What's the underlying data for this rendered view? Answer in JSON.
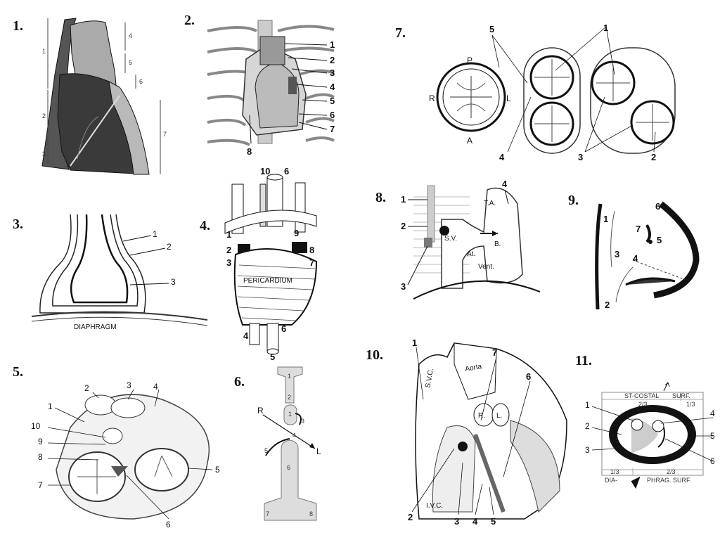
{
  "panel_numbers": [
    "1.",
    "2.",
    "3.",
    "4.",
    "5.",
    "6.",
    "7.",
    "8.",
    "9.",
    "10.",
    "11."
  ],
  "p1": {
    "labels": [
      "1",
      "2",
      "3",
      "4",
      "5",
      "6",
      "7"
    ]
  },
  "p2": {
    "labels": [
      "1",
      "2",
      "3",
      "4",
      "5",
      "6",
      "7",
      "8"
    ]
  },
  "p3": {
    "labels": [
      "1",
      "2",
      "3"
    ],
    "diaphragm": "DIAPHRAGM"
  },
  "p4": {
    "labels": [
      "10",
      "6",
      "1",
      "9",
      "2",
      "8",
      "3",
      "7",
      "4",
      "6",
      "5"
    ],
    "pericardium": "PERICARDIUM"
  },
  "p5": {
    "labels": [
      "2",
      "3",
      "4",
      "1",
      "10",
      "9",
      "8",
      "7",
      "5",
      "6"
    ]
  },
  "p6": {
    "labels": [
      "1",
      "2",
      "1",
      "3",
      "R",
      "4",
      "L",
      "5",
      "6",
      "7",
      "8"
    ]
  },
  "p7": {
    "labels": [
      "5",
      "1",
      "4",
      "3",
      "2"
    ],
    "cusps": [
      "P",
      "R",
      "L",
      "A"
    ]
  },
  "p8": {
    "labels": [
      "1",
      "2",
      "3",
      "4"
    ],
    "words": [
      "T.A.",
      "S.V.",
      "B.",
      "At.",
      "Vent."
    ]
  },
  "p9": {
    "labels": [
      "1",
      "7",
      "6",
      "5",
      "3",
      "4",
      "2"
    ]
  },
  "p10": {
    "labels": [
      "1",
      "7",
      "6",
      "2",
      "3",
      "4",
      "5"
    ],
    "words": [
      "S.V.C.",
      "Aorta",
      "R.",
      "L.",
      "I.V.C."
    ]
  },
  "p11": {
    "labels": [
      "1",
      "2",
      "3",
      "4",
      "5",
      "6"
    ],
    "top": [
      "ST-COSTAL",
      "SURF."
    ],
    "bottom": [
      "DIA-",
      "PHRAG. SURF."
    ],
    "fractions": [
      "2/3",
      "1/3",
      "1/3",
      "2/3"
    ]
  }
}
